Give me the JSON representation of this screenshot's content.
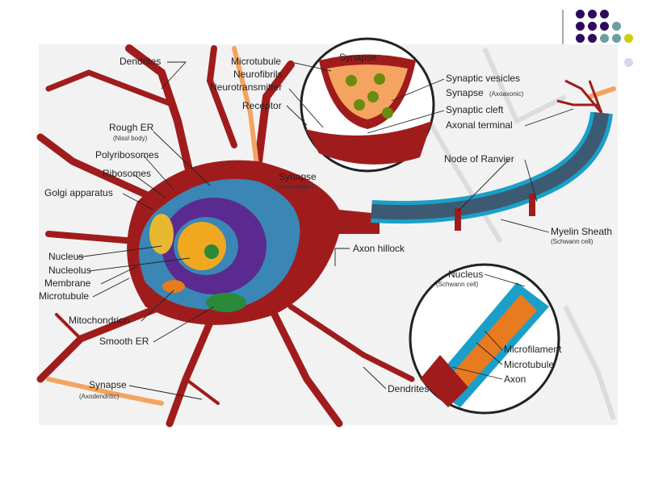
{
  "slide": {
    "decor_colors": {
      "purple": "#2e0a5e",
      "teal": "#6a9fa0",
      "yellow": "#cccc10",
      "lavender": "#d6d6ec"
    }
  },
  "diagram": {
    "colors": {
      "cell_body": "#a01c1c",
      "cytoplasm": "#3a86b5",
      "nucleus": "#f0a820",
      "er": "#5a2a90",
      "myelin": "#1aa0c8",
      "axon_core": "#3d5a73"
    },
    "labels": {
      "dendrites_top": "Dendrites",
      "rough_er": "Rough ER",
      "rough_er_sub": "(Nissl body)",
      "polyribosomes": "Polyribosomes",
      "ribosomes": "Ribosomes",
      "golgi": "Golgi apparatus",
      "nucleus": "Nucleus",
      "nucleolus": "Nucleolus",
      "membrane": "Membrane",
      "microtubule_left": "Microtubule",
      "mitochondrion": "Mitochondrion",
      "smooth_er": "Smooth ER",
      "synapse_axodendritic": "Synapse",
      "synapse_axodendritic_sub": "(Axodendritic)",
      "microtubule_top": "Microtubule",
      "neurofibrils": "Neurofibrils",
      "neurotransmitter": "Neurotransmitter",
      "receptor": "Receptor",
      "synapse_top": "Synapse",
      "synaptic_vesicles": "Synaptic vesicles",
      "synapse_axoaxonic": "Synapse",
      "synapse_axoaxonic_sub": "(Axoaxonic)",
      "synaptic_cleft": "Synaptic cleft",
      "axonal_terminal": "Axonal terminal",
      "node_of_ranvier": "Node of Ranvier",
      "synapse_axosomatic": "Synapse",
      "synapse_axosomatic_sub": "(Axosomatic)",
      "axon_hillock": "Axon hillock",
      "myelin_sheath": "Myelin Sheath",
      "myelin_sheath_sub": "(Schwann cell)",
      "schwann_nucleus": "Nucleus",
      "schwann_nucleus_sub": "(Schwann cell)",
      "microfilament": "Microfilament",
      "microtubule_inset": "Microtubule",
      "axon": "Axon",
      "dendrites_bottom": "Dendrites"
    }
  }
}
